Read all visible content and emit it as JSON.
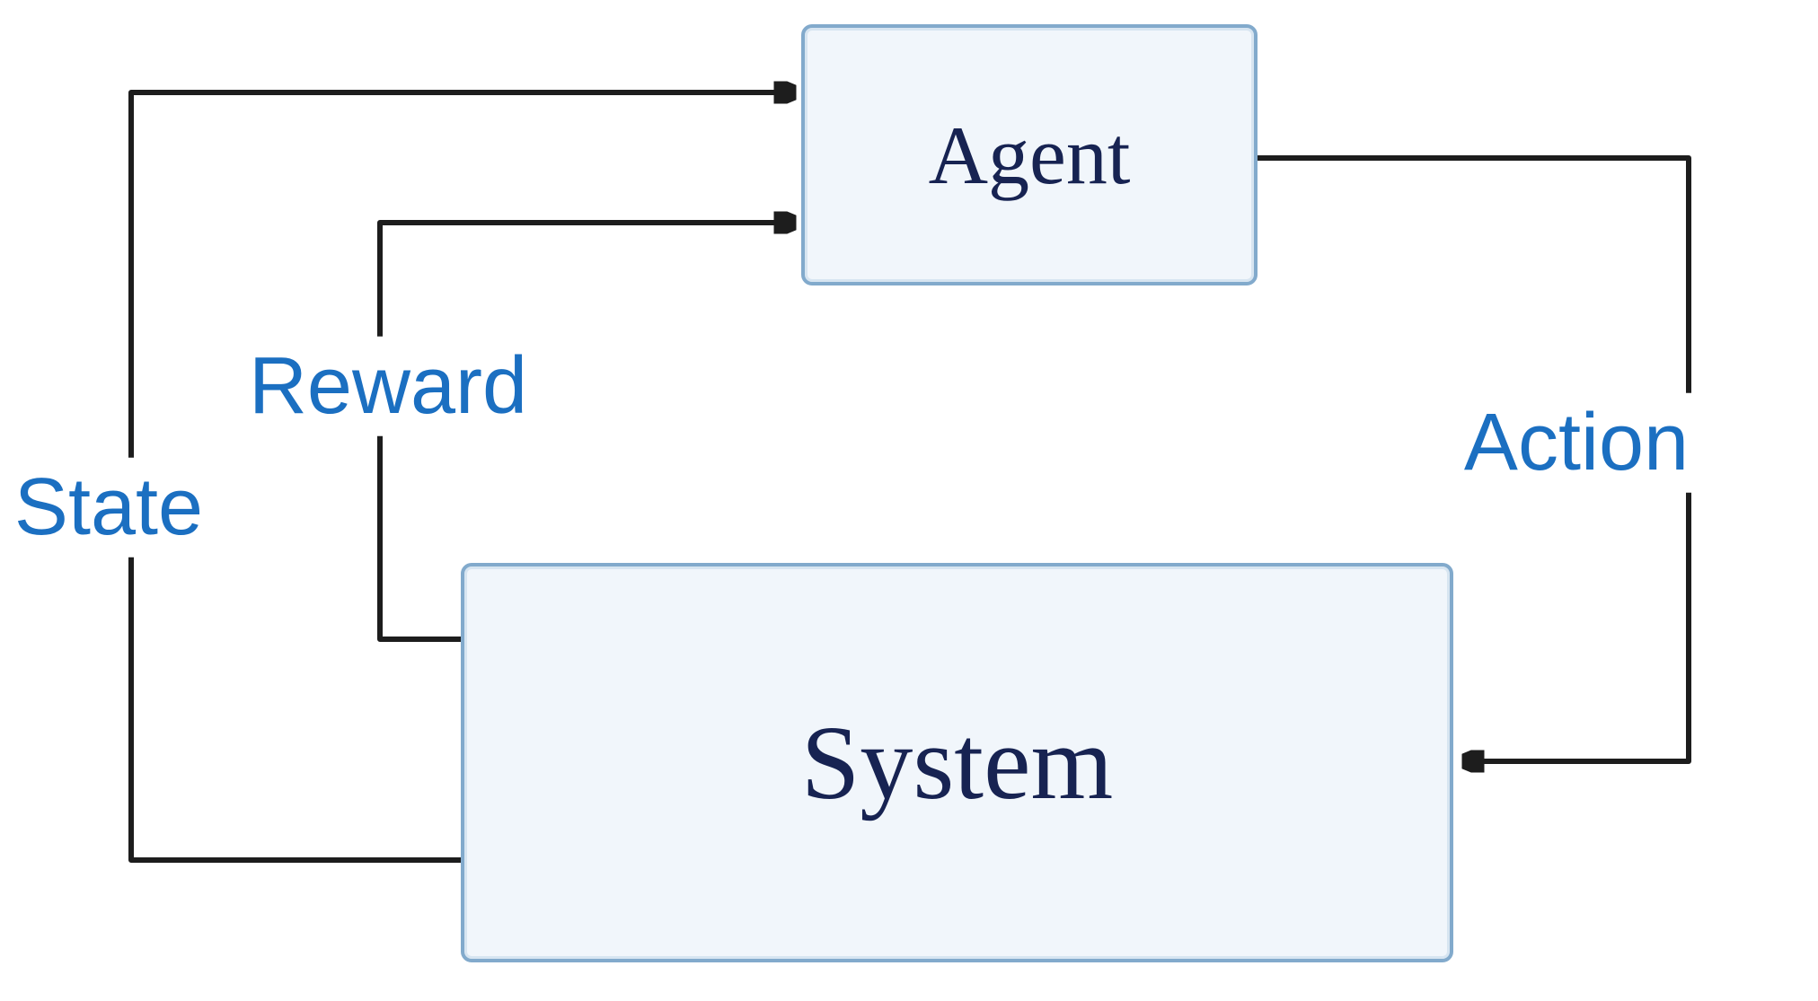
{
  "nodes": {
    "agent": {
      "label": "Agent"
    },
    "system": {
      "label": "System"
    }
  },
  "edges": {
    "state": {
      "label": "State",
      "from": "system",
      "to": "agent"
    },
    "reward": {
      "label": "Reward",
      "from": "system",
      "to": "agent"
    },
    "action": {
      "label": "Action",
      "from": "agent",
      "to": "system"
    }
  },
  "colors": {
    "background": "#ffffff",
    "node_fill": "#f1f6fb",
    "node_border": "#82aacc",
    "node_border_glow": "#d7e5f1",
    "node_text": "#172352",
    "edge_label_text": "#1b6fc1",
    "line": "#1d1d1d"
  }
}
